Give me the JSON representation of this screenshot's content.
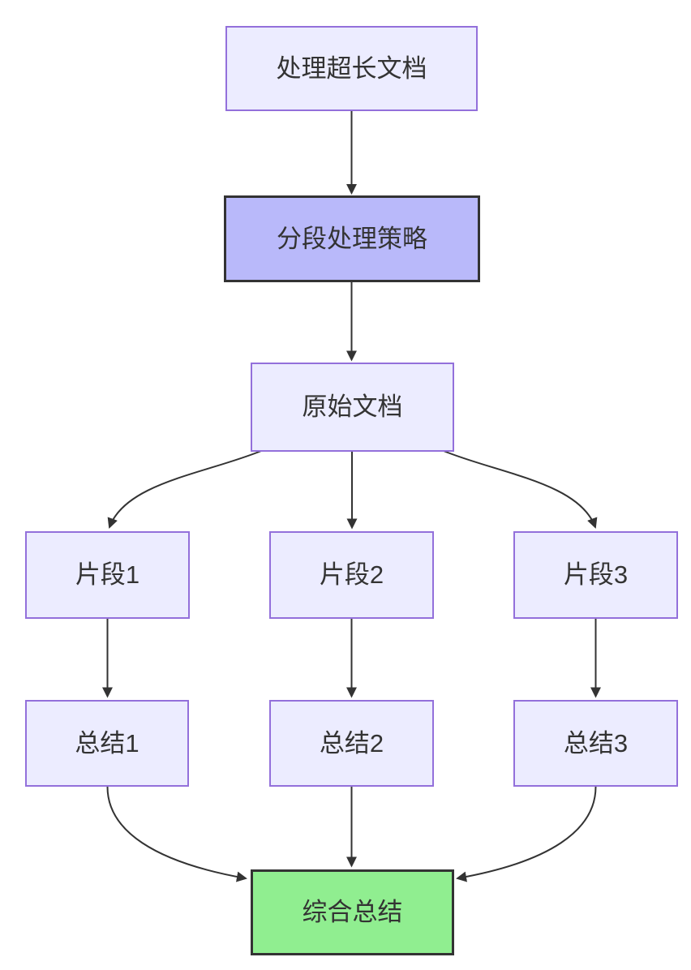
{
  "diagram": {
    "type": "flowchart",
    "direction": "top-down",
    "nodes": [
      {
        "id": "A",
        "label": "处理超长文档",
        "style": "default"
      },
      {
        "id": "B",
        "label": "分段处理策略",
        "style": "emphasis"
      },
      {
        "id": "C",
        "label": "原始文档",
        "style": "default"
      },
      {
        "id": "F1",
        "label": "片段1",
        "style": "default"
      },
      {
        "id": "F2",
        "label": "片段2",
        "style": "default"
      },
      {
        "id": "F3",
        "label": "片段3",
        "style": "default"
      },
      {
        "id": "S1",
        "label": "总结1",
        "style": "default"
      },
      {
        "id": "S2",
        "label": "总结2",
        "style": "default"
      },
      {
        "id": "S3",
        "label": "总结3",
        "style": "default"
      },
      {
        "id": "G",
        "label": "综合总结",
        "style": "success"
      }
    ],
    "edges": [
      {
        "from": "A",
        "to": "B"
      },
      {
        "from": "B",
        "to": "C"
      },
      {
        "from": "C",
        "to": "F1"
      },
      {
        "from": "C",
        "to": "F2"
      },
      {
        "from": "C",
        "to": "F3"
      },
      {
        "from": "F1",
        "to": "S1"
      },
      {
        "from": "F2",
        "to": "S2"
      },
      {
        "from": "F3",
        "to": "S3"
      },
      {
        "from": "S1",
        "to": "G"
      },
      {
        "from": "S2",
        "to": "G"
      },
      {
        "from": "S3",
        "to": "G"
      }
    ],
    "colors": {
      "background": "#ffffff",
      "node_fill": "#ECECFF",
      "node_border": "#9370DB",
      "emphasis_fill": "#b9b9fa",
      "emphasis_border": "#333333",
      "success_fill": "#90EE90",
      "success_border": "#333333",
      "edge": "#333333",
      "text": "#333333"
    }
  }
}
